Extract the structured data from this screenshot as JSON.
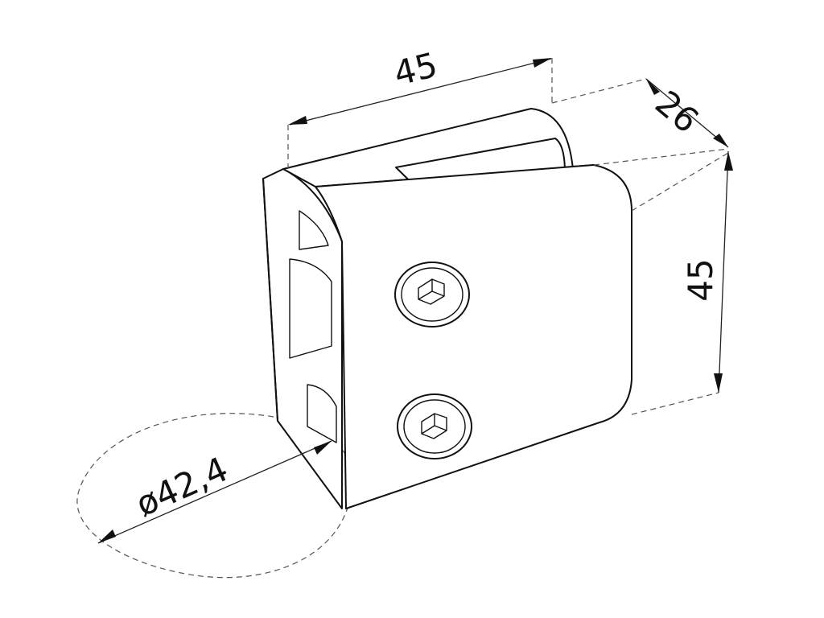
{
  "dimensions": {
    "width": "45",
    "depth": "26",
    "height": "45",
    "pipe_diameter": "ø42,4"
  },
  "colors": {
    "line": "#111111",
    "dashed": "#555555",
    "background": "#ffffff"
  }
}
